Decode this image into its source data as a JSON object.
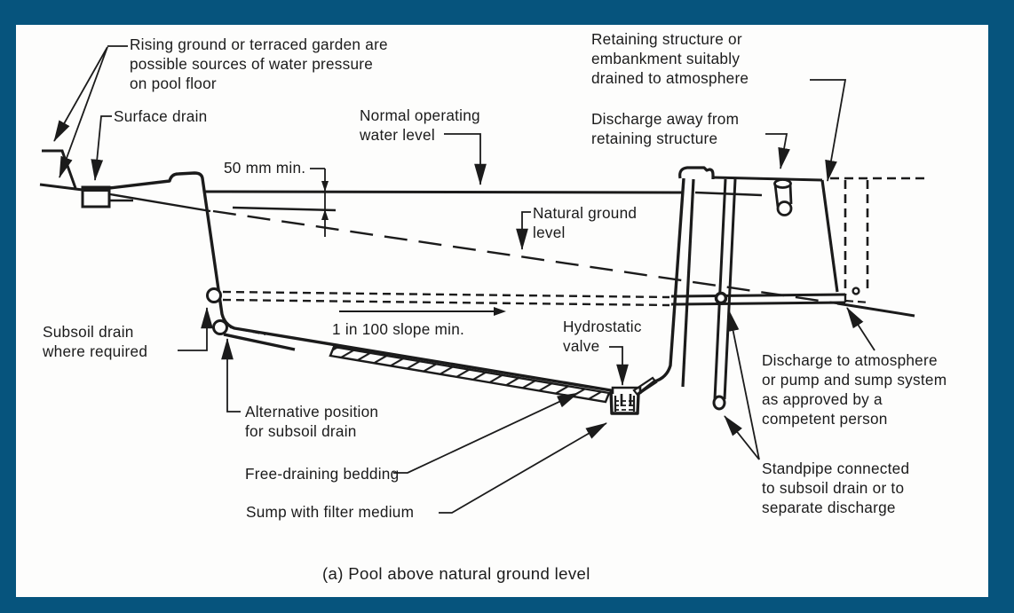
{
  "figure": {
    "type": "technical-cross-section-diagram",
    "subject": "Swimming pool drainage detail",
    "caption": "(a) Pool above natural ground level"
  },
  "colors": {
    "frame": "#06547d",
    "paper": "#fdfdfc",
    "ink": "#1b1b1b"
  },
  "labels": {
    "rising_ground": [
      "Rising ground or terraced garden are",
      "possible sources of water pressure",
      "on pool floor"
    ],
    "surface_drain": [
      "Surface drain"
    ],
    "min_freeboard": [
      "50 mm min."
    ],
    "water_level": [
      "Normal operating",
      "water level"
    ],
    "natural_ground": [
      "Natural ground",
      "level"
    ],
    "retaining_structure": [
      "Retaining structure or",
      "embankment suitably",
      "drained to atmosphere"
    ],
    "discharge_away": [
      "Discharge away from",
      "retaining structure"
    ],
    "subsoil_drain": [
      "Subsoil drain",
      "where required"
    ],
    "alternative_position": [
      "Alternative position",
      "for subsoil drain"
    ],
    "slope": [
      "1 in 100 slope min."
    ],
    "hydrostatic_valve": [
      "Hydrostatic",
      "valve"
    ],
    "free_draining": [
      "Free-draining bedding"
    ],
    "sump": [
      "Sump with filter medium"
    ],
    "discharge_atmosphere": [
      "Discharge to atmosphere",
      "or pump and sump system",
      "as approved by a",
      "competent person"
    ],
    "standpipe": [
      "Standpipe connected",
      "to subsoil drain or to",
      "separate discharge"
    ]
  }
}
